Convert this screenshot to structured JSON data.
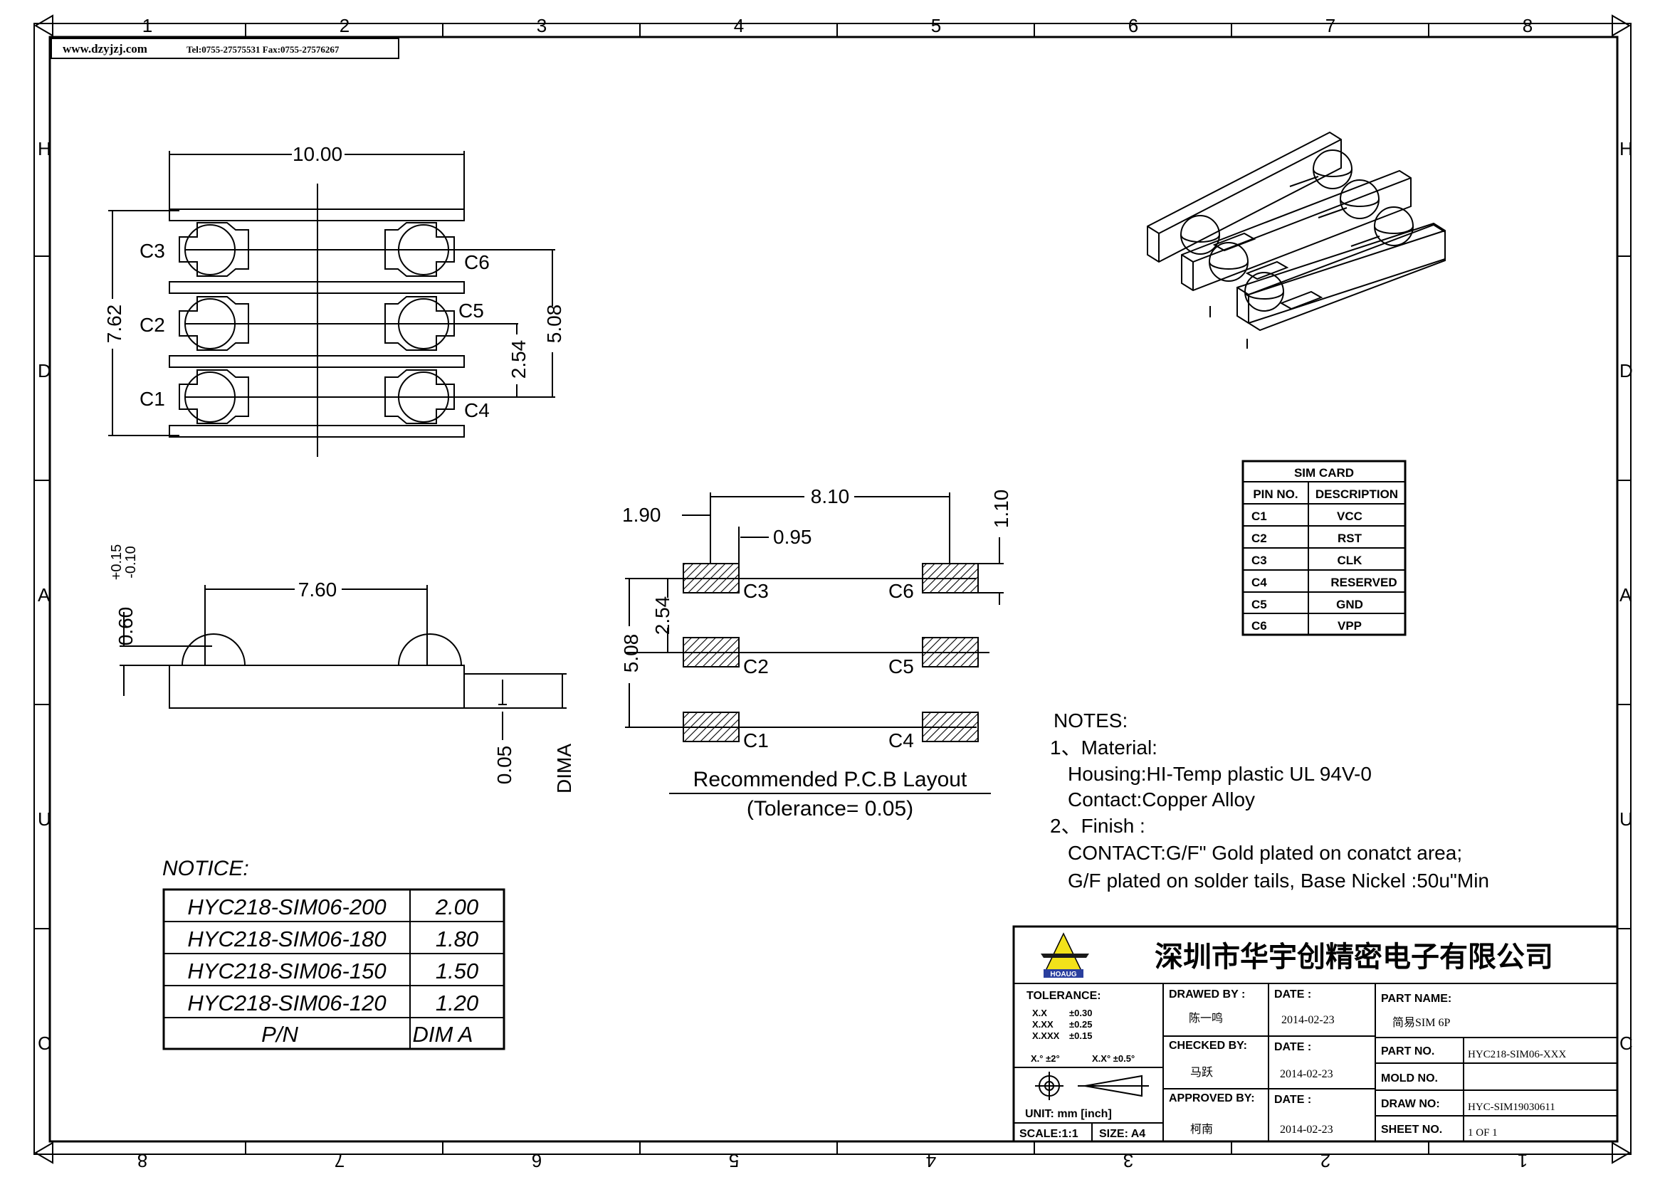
{
  "frame": {
    "top_cols": [
      "1",
      "2",
      "3",
      "4",
      "5",
      "6",
      "7",
      "8"
    ],
    "bottom_cols": [
      "8",
      "7",
      "6",
      "5",
      "4",
      "3",
      "2",
      "1"
    ],
    "rows": [
      "H",
      "D",
      "A",
      "U",
      "C"
    ]
  },
  "header": {
    "website": "www.dzyjzj.com",
    "contact": "Tel:0755-27575531 Fax:0755-27576267"
  },
  "top_view": {
    "width_dim": "10.00",
    "height_dim": "7.62",
    "pitch_dim": "2.54",
    "span_dim": "5.08",
    "pins": [
      "C1",
      "C2",
      "C3",
      "C4",
      "C5",
      "C6"
    ]
  },
  "side_view": {
    "length_dim": "7.60",
    "height_dim": "0.60",
    "tol_plus": "+0.15",
    "tol_minus": "-0.10",
    "gap_dim": "0.05",
    "dima_label": "DIMA"
  },
  "pcb_layout": {
    "width_dim": "8.10",
    "pad_w_dim": "1.90",
    "gap_dim": "0.95",
    "pad_h_dim": "1.10",
    "span_dim": "5.08",
    "pitch_dim": "2.54",
    "pins": [
      "C1",
      "C2",
      "C3",
      "C4",
      "C5",
      "C6"
    ],
    "title": "Recommended P.C.B Layout",
    "tolerance": "(Tolerance= 0.05)"
  },
  "sim_table": {
    "title": "SIM CARD",
    "headers": [
      "PIN NO.",
      "DESCRIPTION"
    ],
    "rows": [
      [
        "C1",
        "VCC"
      ],
      [
        "C2",
        "RST"
      ],
      [
        "C3",
        "CLK"
      ],
      [
        "C4",
        "RESERVED"
      ],
      [
        "C5",
        "GND"
      ],
      [
        "C6",
        "VPP"
      ]
    ]
  },
  "notes": {
    "title": "NOTES:",
    "lines": [
      "1、Material:",
      "Housing:HI-Temp plastic UL 94V-0",
      "Contact:Copper Alloy",
      "2、Finish :",
      "CONTACT:G/F\" Gold plated on conatct area;",
      "G/F plated on solder tails, Base Nickel :50u\"Min"
    ]
  },
  "notice": {
    "title": "NOTICE:",
    "rows": [
      [
        "HYC218-SIM06-200",
        "2.00"
      ],
      [
        "HYC218-SIM06-180",
        "1.80"
      ],
      [
        "HYC218-SIM06-150",
        "1.50"
      ],
      [
        "HYC218-SIM06-120",
        "1.20"
      ]
    ],
    "footer": [
      "P/N",
      "DIM A"
    ]
  },
  "title_block": {
    "company": "深圳市华宇创精密电子有限公司",
    "logo_text": "HOAUG",
    "tolerance_label": "TOLERANCE:",
    "tol_lines": [
      [
        "X.X",
        "±0.30"
      ],
      [
        "X.XX",
        "±0.25"
      ],
      [
        "X.XXX",
        "±0.15"
      ]
    ],
    "angle_tol": [
      "X.° ±2°",
      "X.X° ±0.5°"
    ],
    "unit": "UNIT: mm [inch]",
    "scale": "SCALE:1:1",
    "size": "SIZE: A4",
    "drawn_by_label": "DRAWED BY :",
    "drawn_by": "陈一鸣",
    "checked_by_label": "CHECKED BY:",
    "checked_by": "马跃",
    "approved_by_label": "APPROVED BY:",
    "approved_by": "柯南",
    "date_label": "DATE :",
    "dates": [
      "2014-02-23",
      "2014-02-23",
      "2014-02-23"
    ],
    "part_name_label": "PART NAME:",
    "part_name": "简易SIM 6P",
    "part_no_label": "PART NO.",
    "part_no": "HYC218-SIM06-XXX",
    "mold_no_label": "MOLD NO.",
    "mold_no": "",
    "draw_no_label": "DRAW NO:",
    "draw_no": "HYC-SIM19030611",
    "sheet_no_label": "SHEET NO.",
    "sheet_no": "1 OF 1"
  }
}
